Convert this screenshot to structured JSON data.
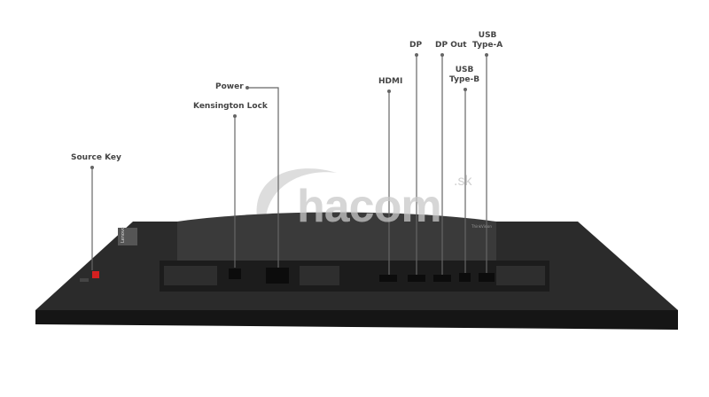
{
  "labels": {
    "source_key": "Source Key",
    "kensington_lock": "Kensington Lock",
    "power": "Power",
    "hdmi": "HDMI",
    "dp": "DP",
    "dp_out": "DP Out",
    "usb_type_b": "USB\nType-B",
    "usb_type_a": "USB\nType-A"
  },
  "brand": {
    "logo": "Lenovo",
    "model": "ThinkVision"
  },
  "watermark": {
    "name": "hacom",
    "tld": ".sk"
  },
  "colors": {
    "monitor_top": "#2b2b2b",
    "monitor_edge": "#151515",
    "source_key": "#d32020",
    "leader": "#555555"
  }
}
